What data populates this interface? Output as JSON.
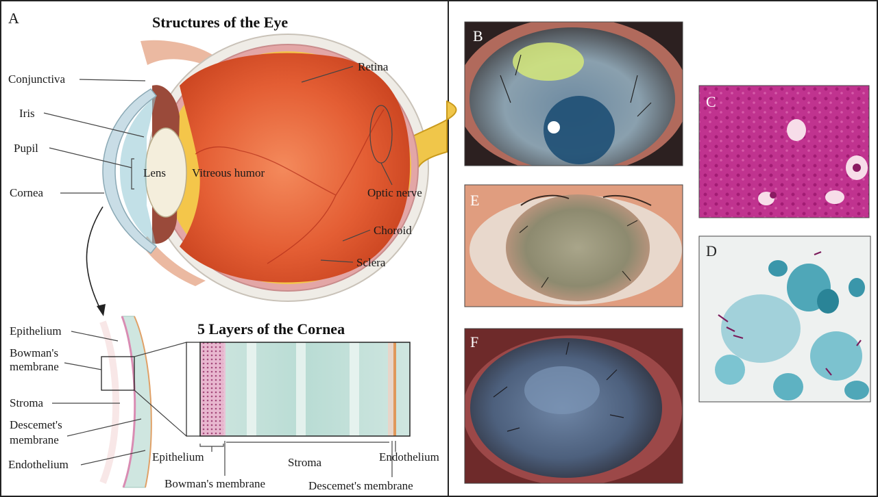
{
  "panel_a": {
    "letter": "A",
    "title": "Structures of the Eye",
    "labels": {
      "conjunctiva": "Conjunctiva",
      "iris": "Iris",
      "pupil": "Pupil",
      "cornea": "Cornea",
      "lens": "Lens",
      "vitreous": "Vitreous humor",
      "retina": "Retina",
      "optic_nerve": "Optic nerve",
      "choroid": "Choroid",
      "sclera": "Sclera"
    },
    "cornea_title": "5 Layers of the Cornea",
    "cornea_labels": {
      "epithelium_left": "Epithelium",
      "bowman_left_1": "Bowman's",
      "bowman_left_2": "membrane",
      "stroma_left": "Stroma",
      "descemet_left_1": "Descemet's",
      "descemet_left_2": "membrane",
      "endothelium_left": "Endothelium",
      "epithelium_bottom": "Epithelium",
      "stroma_bottom": "Stroma",
      "endothelium_bottom": "Endothelium",
      "bowman_bottom": "Bowman's membrane",
      "descemet_bottom": "Descemet's membrane"
    }
  },
  "photo_panels": {
    "b": "B",
    "c": "C",
    "d": "D",
    "e": "E",
    "f": "F"
  }
}
